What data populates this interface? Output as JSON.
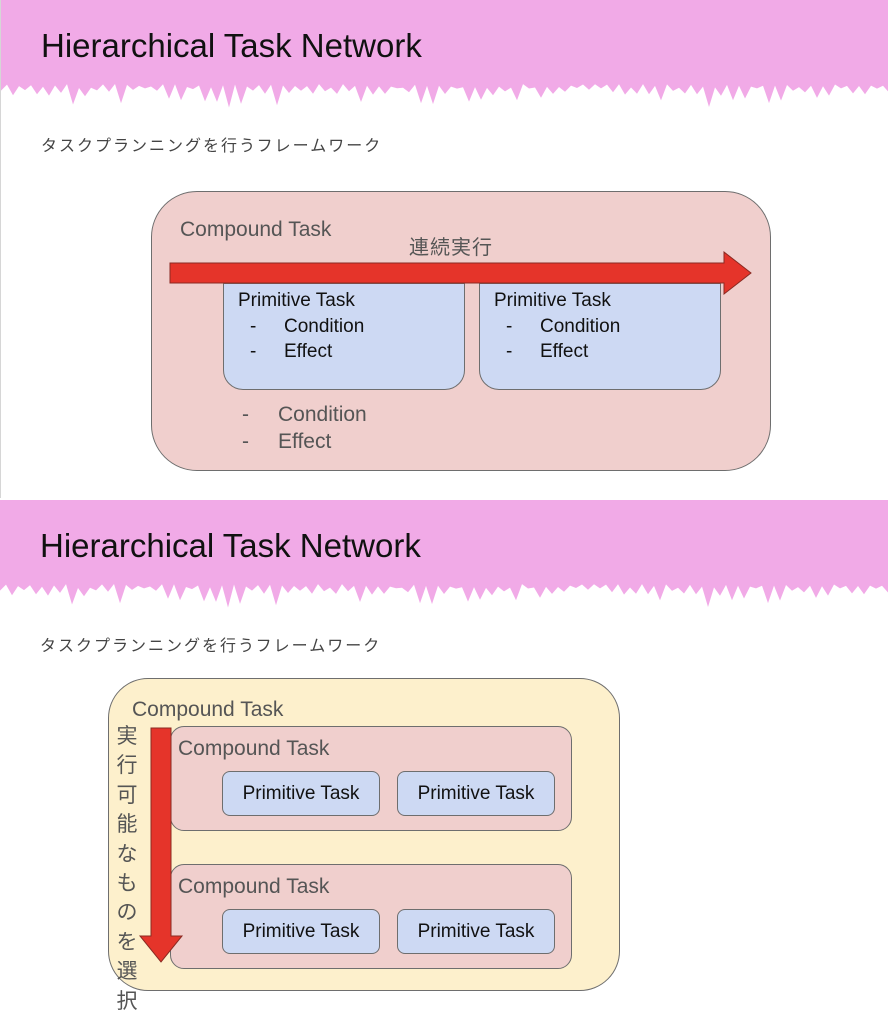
{
  "slides": [
    {
      "title": "Hierarchical Task Network",
      "subtitle": "タスクプランニングを行うフレームワーク",
      "compound_label": "Compound Task",
      "sequence_label": "連続実行",
      "primitives": [
        {
          "title": "Primitive Task",
          "lines": [
            "Condition",
            "Effect"
          ]
        },
        {
          "title": "Primitive Task",
          "lines": [
            "Condition",
            "Effect"
          ]
        }
      ],
      "compound_lines": [
        "Condition",
        "Effect"
      ],
      "dash": "-"
    },
    {
      "title": "Hierarchical Task Network",
      "subtitle": "タスクプランニングを行うフレームワーク",
      "outer_label": "Compound Task",
      "select_label": "実行可能なものを選択",
      "inner": [
        {
          "label": "Compound Task",
          "primitives": [
            "Primitive Task",
            "Primitive Task"
          ]
        },
        {
          "label": "Compound Task",
          "primitives": [
            "Primitive Task",
            "Primitive Task"
          ]
        }
      ]
    }
  ],
  "colors": {
    "header": "#f1aae7",
    "compound": "#f0cfcd",
    "primitive": "#cdd9f3",
    "outer_compound": "#fdf0cc",
    "arrow": "#e5342a"
  }
}
